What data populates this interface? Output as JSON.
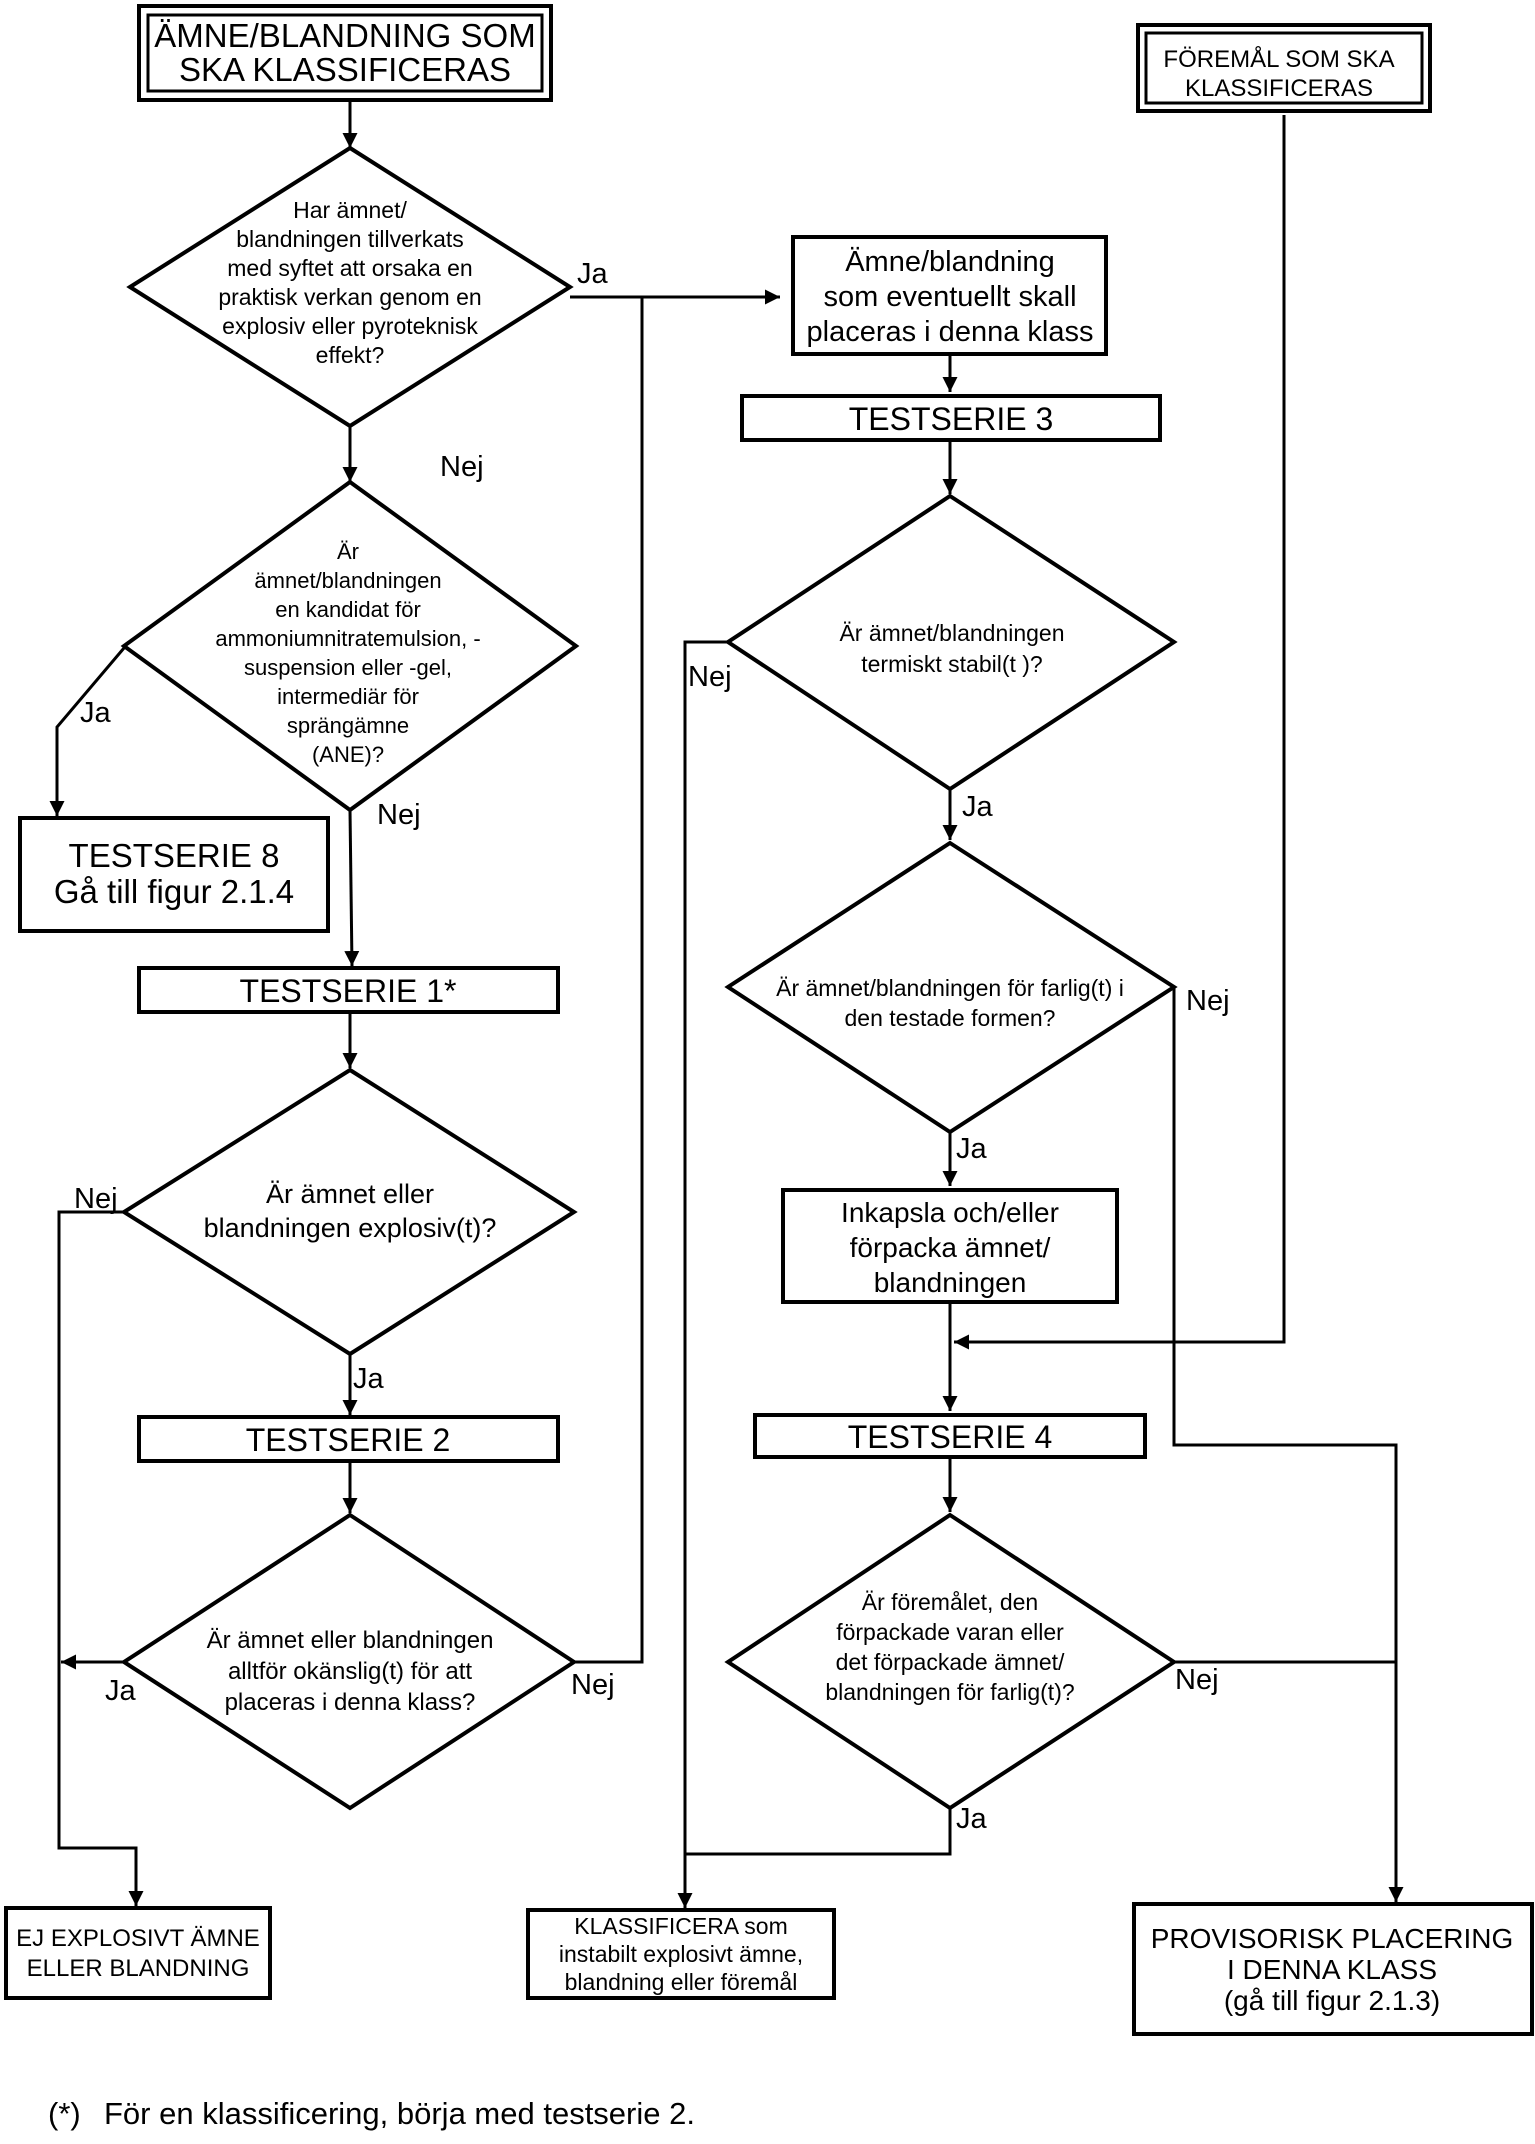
{
  "start": {
    "substance": [
      "ÄMNE/BLANDNING SOM",
      "SKA KLASSIFICERAS"
    ],
    "article": [
      "FÖREMÅL SOM SKA",
      "KLASSIFICERAS"
    ]
  },
  "questions": {
    "q1": [
      "Har ämnet/",
      "blandningen tillverkats",
      "med syftet att orsaka en",
      "praktisk verkan genom en",
      "explosiv eller pyroteknisk",
      "effekt?"
    ],
    "q2": [
      "Är",
      "ämnet/blandningen",
      "en kandidat för",
      "ammoniumnitratemulsion, -",
      "suspension eller -gel,",
      "intermediär för",
      "sprängämne",
      "(ANE)?"
    ],
    "q3": [
      "Är ämnet eller",
      "blandningen explosiv(t)?"
    ],
    "q4": [
      "Är ämnet eller blandningen",
      "alltför okänslig(t) för att",
      "placeras i denna klass?"
    ],
    "q5": [
      "Är ämnet/blandningen",
      "termiskt stabil(t )?"
    ],
    "q6": [
      "Är ämnet/blandningen för farlig(t) i",
      "den testade formen?"
    ],
    "q7": [
      "Är föremålet, den",
      "förpackade varan eller",
      "det förpackade ämnet/",
      "blandningen för farlig(t)?"
    ]
  },
  "boxes": {
    "candidate": [
      "Ämne/blandning",
      "som eventuellt skall",
      "placeras i denna klass"
    ],
    "encapsulate": [
      "Inkapsla och/eller",
      "förpacka ämnet/",
      "blandningen"
    ],
    "testserie8": [
      "TESTSERIE 8",
      "Gå till figur 2.1.4"
    ]
  },
  "tests": {
    "t1": "TESTSERIE 1*",
    "t2": "TESTSERIE 2",
    "t3": "TESTSERIE 3",
    "t4": "TESTSERIE 4"
  },
  "outcomes": {
    "not_explosive": [
      "EJ EXPLOSIVT ÄMNE",
      "ELLER BLANDNING"
    ],
    "unstable": [
      "KLASSIFICERA som",
      "instabilt explosivt ämne,",
      "blandning eller föremål"
    ],
    "provisional": [
      "PROVISORISK PLACERING",
      "I DENNA KLASS",
      "(gå till figur 2.1.3)"
    ]
  },
  "labels": {
    "yes": "Ja",
    "no": "Nej"
  },
  "footnote": {
    "mark": "(*)",
    "text": "För en klassificering, börja med testserie 2."
  }
}
